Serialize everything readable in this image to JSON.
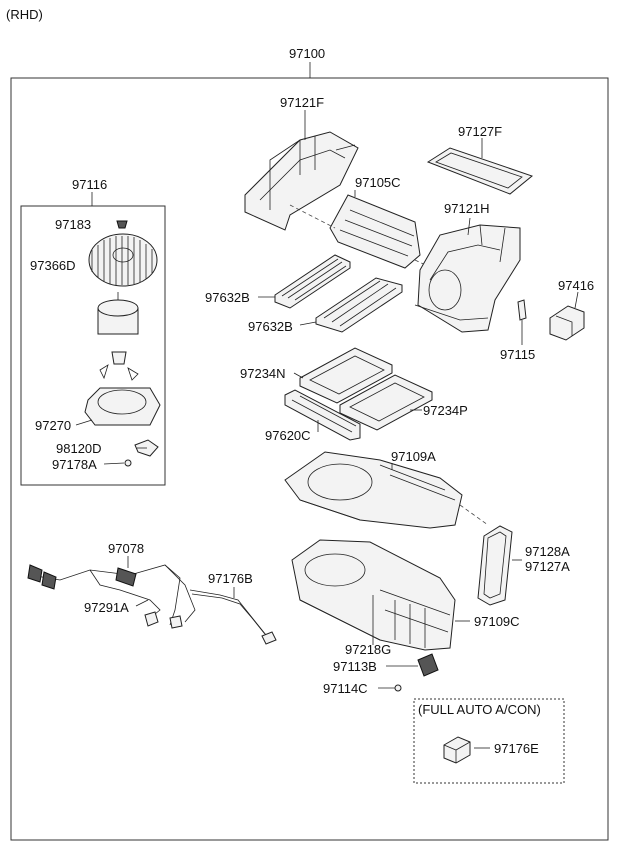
{
  "variant": "(RHD)",
  "assembly_number": "97100",
  "labels": {
    "p97121F": "97121F",
    "p97127F": "97127F",
    "p97116": "97116",
    "p97105C": "97105C",
    "p97183": "97183",
    "p97121H": "97121H",
    "p97366D": "97366D",
    "p97416": "97416",
    "p97632B_a": "97632B",
    "p97632B_b": "97632B",
    "p97115": "97115",
    "p97234N": "97234N",
    "p97234P": "97234P",
    "p97270": "97270",
    "p97620C": "97620C",
    "p98120D": "98120D",
    "p97109A": "97109A",
    "p97178A": "97178A",
    "p97078": "97078",
    "p97176B": "97176B",
    "p97128A": "97128A",
    "p97127A": "97127A",
    "p97291A": "97291A",
    "p97109C": "97109C",
    "p97218G": "97218G",
    "p97113B": "97113B",
    "p97114C": "97114C",
    "p97176E": "97176E"
  },
  "option_box": {
    "title": "(FULL AUTO A/CON)"
  }
}
